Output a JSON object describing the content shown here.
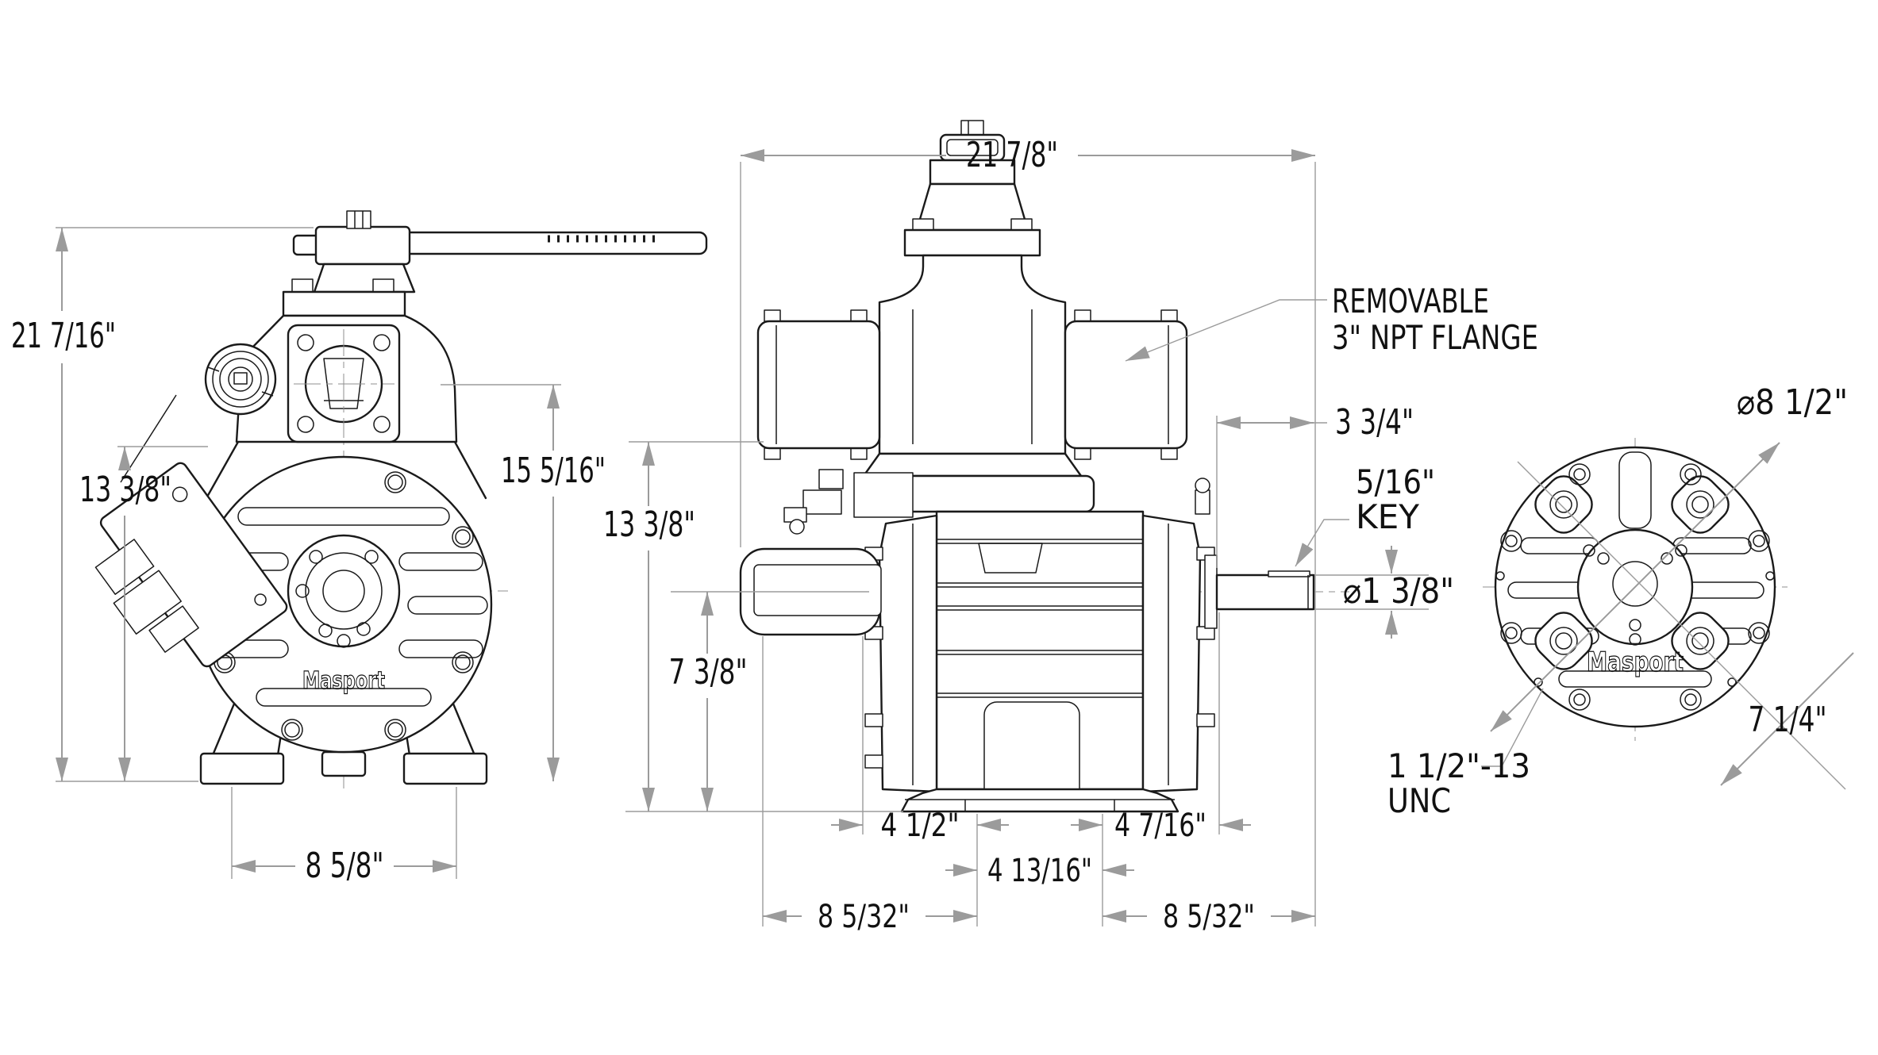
{
  "drawing": {
    "brand": "Masport",
    "colors": {
      "line": "#1a1a1a",
      "dimension": "#9b9b9b",
      "text": "#111111",
      "background": "#ffffff"
    },
    "front": {
      "logo": "Masport",
      "dim_overall_height": "21 7/16\"",
      "dim_centerline_height": "13 3/8\"",
      "dim_flange_height": "15 5/16\"",
      "dim_base_width": "8 5/8\""
    },
    "side": {
      "dim_overall_length": "21 7/8\"",
      "note_flange_line1": "REMOVABLE",
      "note_flange_line2": "3\" NPT FLANGE",
      "dim_shaft_extension": "3 3/4\"",
      "note_key_line1": "5/16\"",
      "note_key_line2": "KEY",
      "dim_shaft_diameter": "⌀1 3/8\"",
      "dim_port_height": "13 3/8\"",
      "dim_shaft_center_height": "7 3/8\"",
      "dim_foot_left": "4 1/2\"",
      "dim_foot_right": "4 7/16\"",
      "dim_foot_spacing": "4 13/16\"",
      "dim_overhang_left": "8 5/32\"",
      "dim_overhang_right": "8 5/32\""
    },
    "rear": {
      "logo": "Masport",
      "dim_flange_diameter": "⌀8 1/2\"",
      "dim_mount_spacing": "7 1/4\"",
      "note_thread_line1": "1 1/2\"-13",
      "note_thread_line2": "UNC"
    }
  }
}
